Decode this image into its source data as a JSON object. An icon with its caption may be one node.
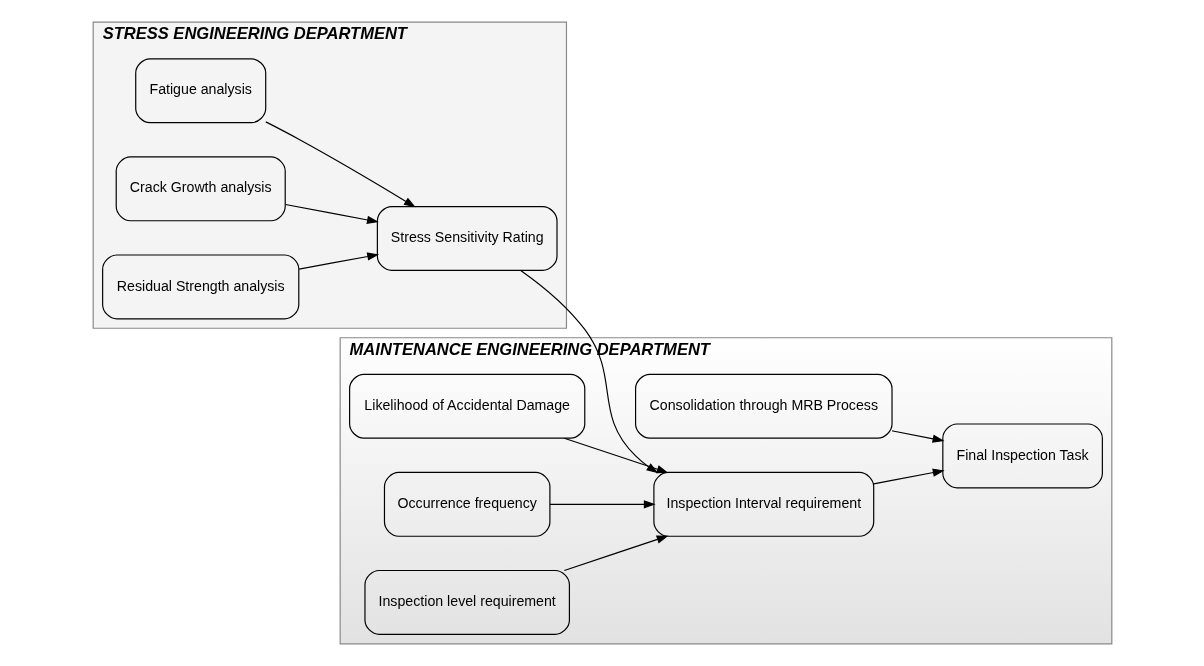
{
  "diagram": {
    "nodes": [
      {
        "text": [
          "STRESS ENGINEERING DEPARTMENT"
        ]
      },
      {
        "text": [
          "Fatigue analysis"
        ],
        "in": 0
      },
      {
        "text": [
          "Crack Growth analysis"
        ],
        "in": 0
      },
      {
        "text": [
          "Residual Strength analysis"
        ],
        "in": 0
      },
      {
        "text": [
          "Stress Sensitivity Rating"
        ],
        "in": 0
      },
      {
        "text": [
          "MAINTENANCE ENGINEERING DEPARTMENT"
        ]
      },
      {
        "text": [
          "Likelihood of Accidental Damage"
        ],
        "in": 5
      },
      {
        "text": [
          "Inspection Interval requirement"
        ],
        "in": 5
      },
      {
        "text": [
          "Occurrence frequency"
        ],
        "in": 5
      },
      {
        "text": [
          "Consolidation through MRB Process"
        ],
        "in": 5
      },
      {
        "text": [
          "Inspection level requirement"
        ],
        "in": 5
      },
      {
        "text": [
          "Final Inspection Task"
        ],
        "in": 5
      }
    ],
    "edges": [
      {
        "from": 1,
        "to": 4,
        "arrow": "to"
      },
      {
        "from": 2,
        "to": 4,
        "arrow": "to"
      },
      {
        "from": 3,
        "to": 4,
        "arrow": "to"
      },
      {
        "from": 4,
        "to": 7,
        "arrow": "to"
      },
      {
        "from": 6,
        "to": 7,
        "arrow": "to"
      },
      {
        "from": 8,
        "to": 7,
        "arrow": "to"
      },
      {
        "from": 10,
        "to": 7,
        "arrow": "to"
      },
      {
        "from": 7,
        "to": 11,
        "arrow": "to"
      },
      {
        "from": 9,
        "to": 11,
        "arrow": "to"
      }
    ]
  }
}
